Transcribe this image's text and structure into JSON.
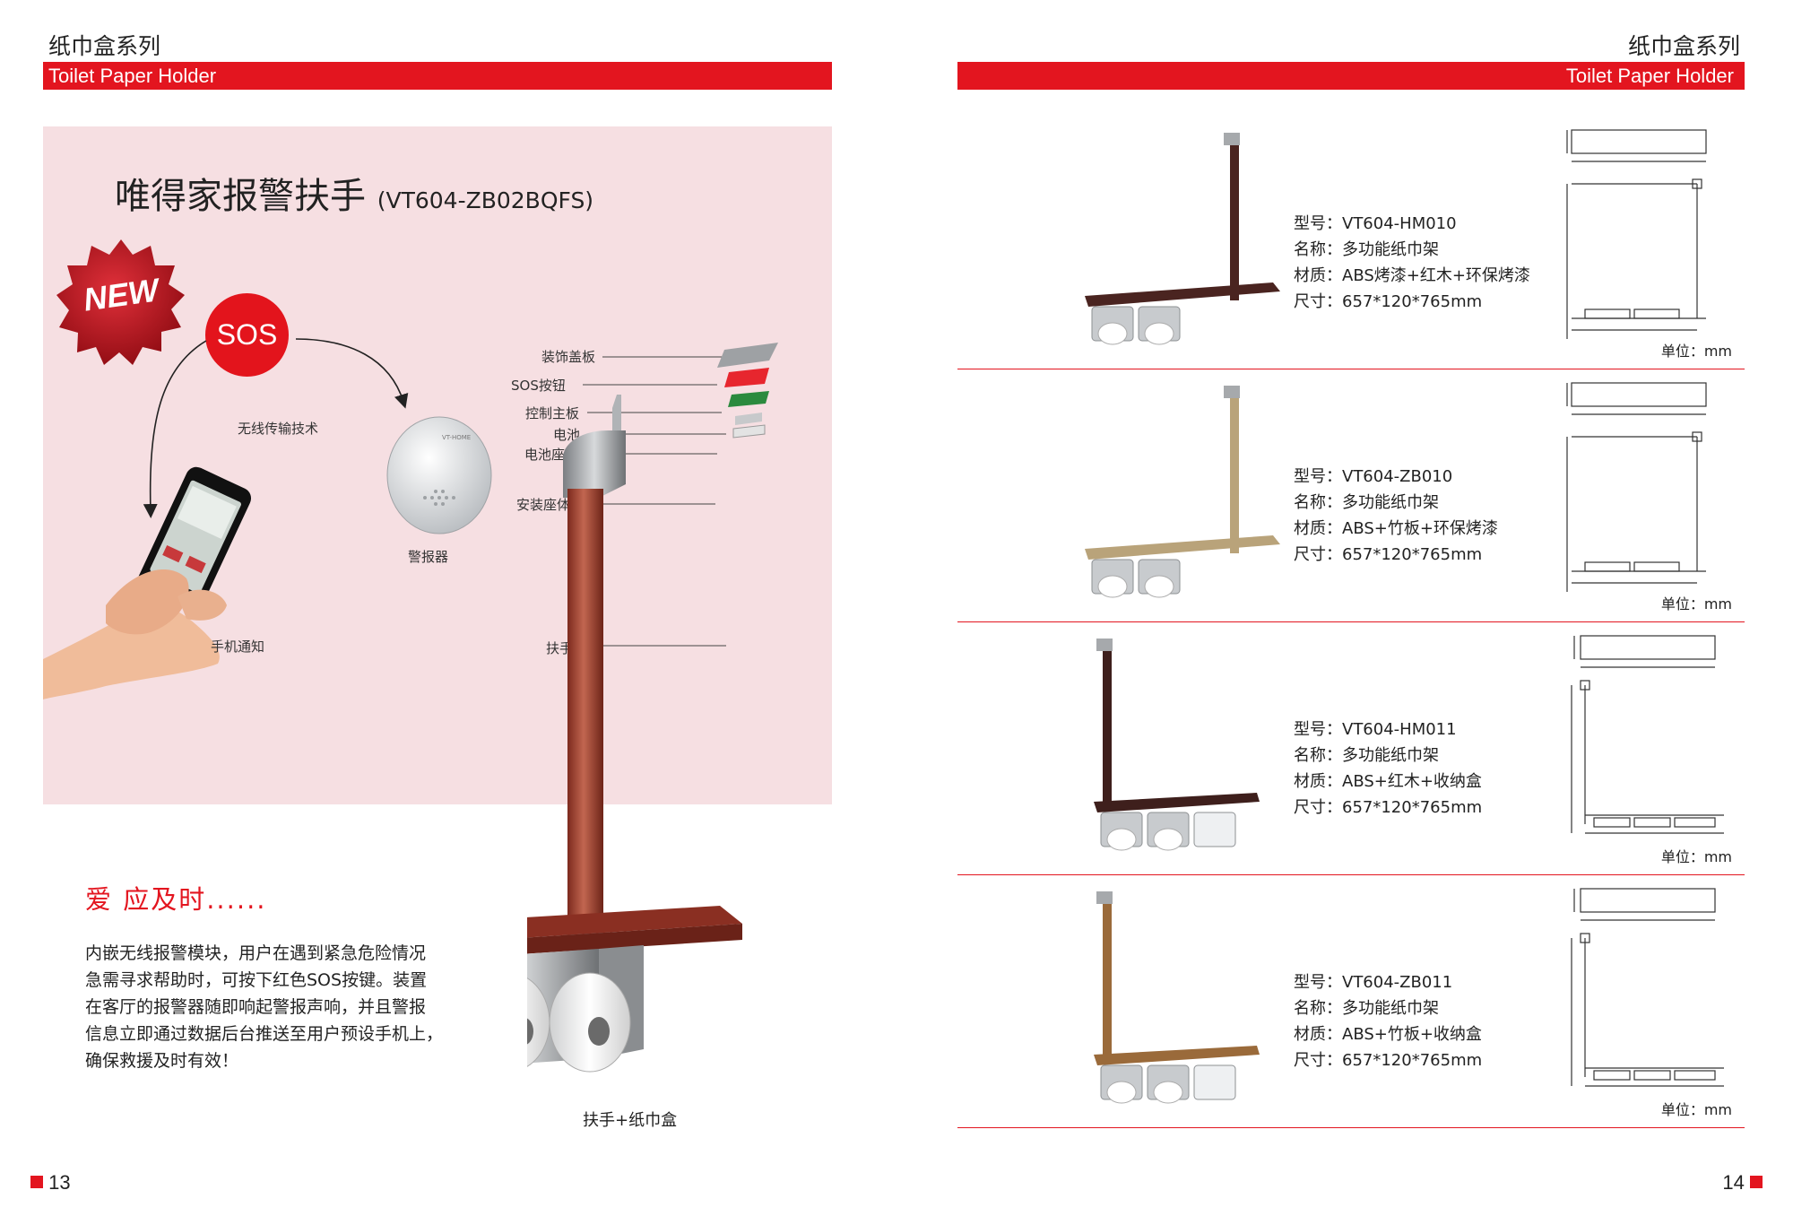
{
  "header": {
    "category_cn": "纸巾盒系列",
    "category_en": "Toilet Paper Holder"
  },
  "left_page": {
    "product_name": "唯得家报警扶手",
    "product_model": "(VT604-ZB02BQFS)",
    "badge": "NEW",
    "sos_label": "SOS",
    "wireless_label": "无线传输技术",
    "phone_label": "手机通知",
    "alarm_label": "警报器",
    "alarm_device_text": "VT-HOME",
    "callouts": [
      "装饰盖板",
      "SOS按钮",
      "控制主板",
      "电池",
      "电池座体",
      "安装座体",
      "扶手"
    ],
    "love_title": "爱 应及时......",
    "description_lines": [
      "内嵌无线报警模块，用户在遇到紧急危险情况",
      "急需寻求帮助时，可按下红色SOS按键。装置",
      "在客厅的报警器随即响起警报声响，并且警报",
      "信息立即通过数据后台推送至用户预设手机上，",
      "确保救援及时有效！"
    ],
    "bottom_caption": "扶手+纸巾盒",
    "page_number": "13"
  },
  "right_page": {
    "page_number": "14",
    "products": [
      {
        "model": "型号：VT604-HM010",
        "name": "名称：多功能纸巾架",
        "material": "材质：ABS烤漆+红木+环保烤漆",
        "size": "尺寸：657*120*765mm",
        "unit": "单位：mm",
        "wood_color": "#4a2420",
        "boxes": 2
      },
      {
        "model": "型号：VT604-ZB010",
        "name": "名称：多功能纸巾架",
        "material": "材质：ABS+竹板+环保烤漆",
        "size": "尺寸：657*120*765mm",
        "unit": "单位：mm",
        "wood_color": "#b9a37a",
        "boxes": 2
      },
      {
        "model": "型号：VT604-HM011",
        "name": "名称：多功能纸巾架",
        "material": "材质：ABS+红木+收纳盒",
        "size": "尺寸：657*120*765mm",
        "unit": "单位：mm",
        "wood_color": "#3e1f1c",
        "boxes": 3
      },
      {
        "model": "型号：VT604-ZB011",
        "name": "名称：多功能纸巾架",
        "material": "材质：ABS+竹板+收纳盒",
        "size": "尺寸：657*120*765mm",
        "unit": "单位：mm",
        "wood_color": "#9a6a3a",
        "boxes": 3
      }
    ]
  },
  "colors": {
    "brand_red": "#e3151f",
    "panel_pink": "#f6dfe2"
  }
}
